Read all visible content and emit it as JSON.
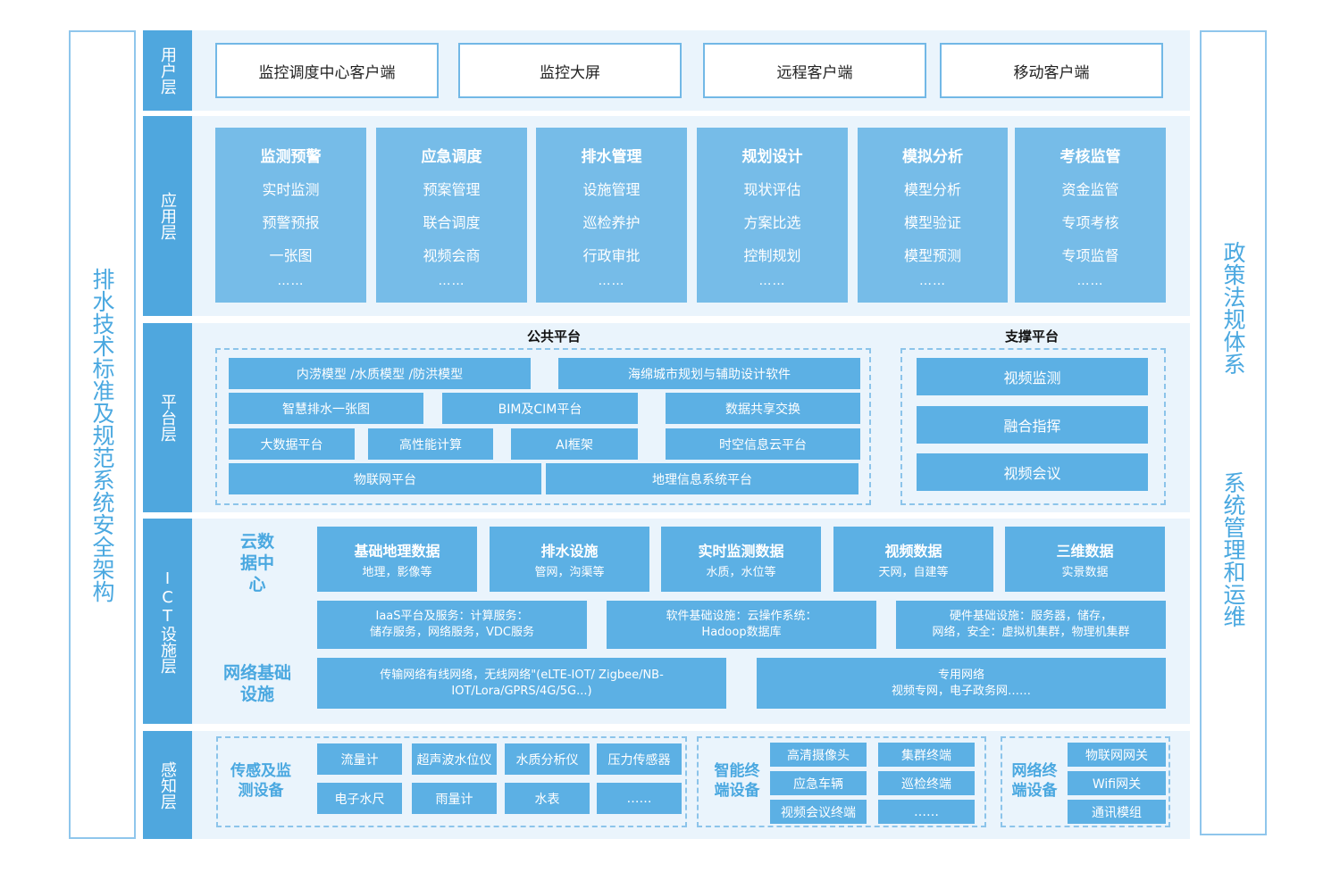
{
  "left_banner": "排水技术标准及规范系统安全架构",
  "right_banner_top": "政策法规体系",
  "right_banner_bottom": "系统管理和运维",
  "layers": {
    "user": "用户层",
    "app": "应用层",
    "platform": "平台层",
    "ict": "ICT设施层",
    "perception": "感知层"
  },
  "user_layer": [
    "监控调度中心客户端",
    "监控大屏",
    "远程客户端",
    "移动客户端"
  ],
  "app_layer": [
    {
      "title": "监测预警",
      "items": [
        "实时监测",
        "预警预报",
        "一张图"
      ],
      "more": "……"
    },
    {
      "title": "应急调度",
      "items": [
        "预案管理",
        "联合调度",
        "视频会商"
      ],
      "more": "……"
    },
    {
      "title": "排水管理",
      "items": [
        "设施管理",
        "巡检养护",
        "行政审批"
      ],
      "more": "……"
    },
    {
      "title": "规划设计",
      "items": [
        "现状评估",
        "方案比选",
        "控制规划"
      ],
      "more": "……"
    },
    {
      "title": "模拟分析",
      "items": [
        "模型分析",
        "模型验证",
        "模型预测"
      ],
      "more": "……"
    },
    {
      "title": "考核监管",
      "items": [
        "资金监管",
        "专项考核",
        "专项监督"
      ],
      "more": "……"
    }
  ],
  "platform_layer": {
    "public_title": "公共平台",
    "support_title": "支撑平台",
    "public": [
      "内涝模型 /水质模型 /防洪模型",
      "海绵城市规划与辅助设计软件",
      "智慧排水一张图",
      "BIM及CIM平台",
      "数据共享交换",
      "大数据平台",
      "高性能计算",
      "AI框架",
      "时空信息云平台",
      "物联网平台",
      "地理信息系统平台"
    ],
    "support": [
      "视频监测",
      "融合指挥",
      "视频会议"
    ]
  },
  "ict_layer": {
    "cloud_label": "云数据中心",
    "network_label": "网络基础设施",
    "data": [
      {
        "title": "基础地理数据",
        "sub": "地理，影像等"
      },
      {
        "title": "排水设施",
        "sub": "管网，沟渠等"
      },
      {
        "title": "实时监测数据",
        "sub": "水质，水位等"
      },
      {
        "title": "视频数据",
        "sub": "天网，自建等"
      },
      {
        "title": "三维数据",
        "sub": "实景数据"
      }
    ],
    "infra": [
      {
        "line1": "IaaS平台及服务：计算服务：",
        "line2": "储存服务，网络服务，VDC服务"
      },
      {
        "line1": "软件基础设施：云操作系统：",
        "line2": "Hadoop数据库"
      },
      {
        "line1": "硬件基础设施：服务器，储存，",
        "line2": "网络，安全：虚拟机集群，物理机集群"
      }
    ],
    "network": [
      {
        "line1": "传输网络有线网络，无线网络\"(eLTE-IOT/ Zigbee/NB-",
        "line2": "IOT/Lora/GPRS/4G/5G...)"
      },
      {
        "line1": "专用网络",
        "line2": "视频专网，电子政务网……"
      }
    ]
  },
  "perception_layer": {
    "sensor_label": "传感及监测设备",
    "smart_label": "智能终端设备",
    "net_label": "网络终端设备",
    "sensors": [
      "流量计",
      "超声波水位仪",
      "水质分析仪",
      "压力传感器",
      "电子水尺",
      "雨量计",
      "水表",
      "……"
    ],
    "smart": [
      "高清摄像头",
      "集群终端",
      "应急车辆",
      "巡检终端",
      "视频会议终端",
      "……"
    ],
    "net": [
      "物联网网关",
      "Wifi网关",
      "通讯模组"
    ]
  }
}
